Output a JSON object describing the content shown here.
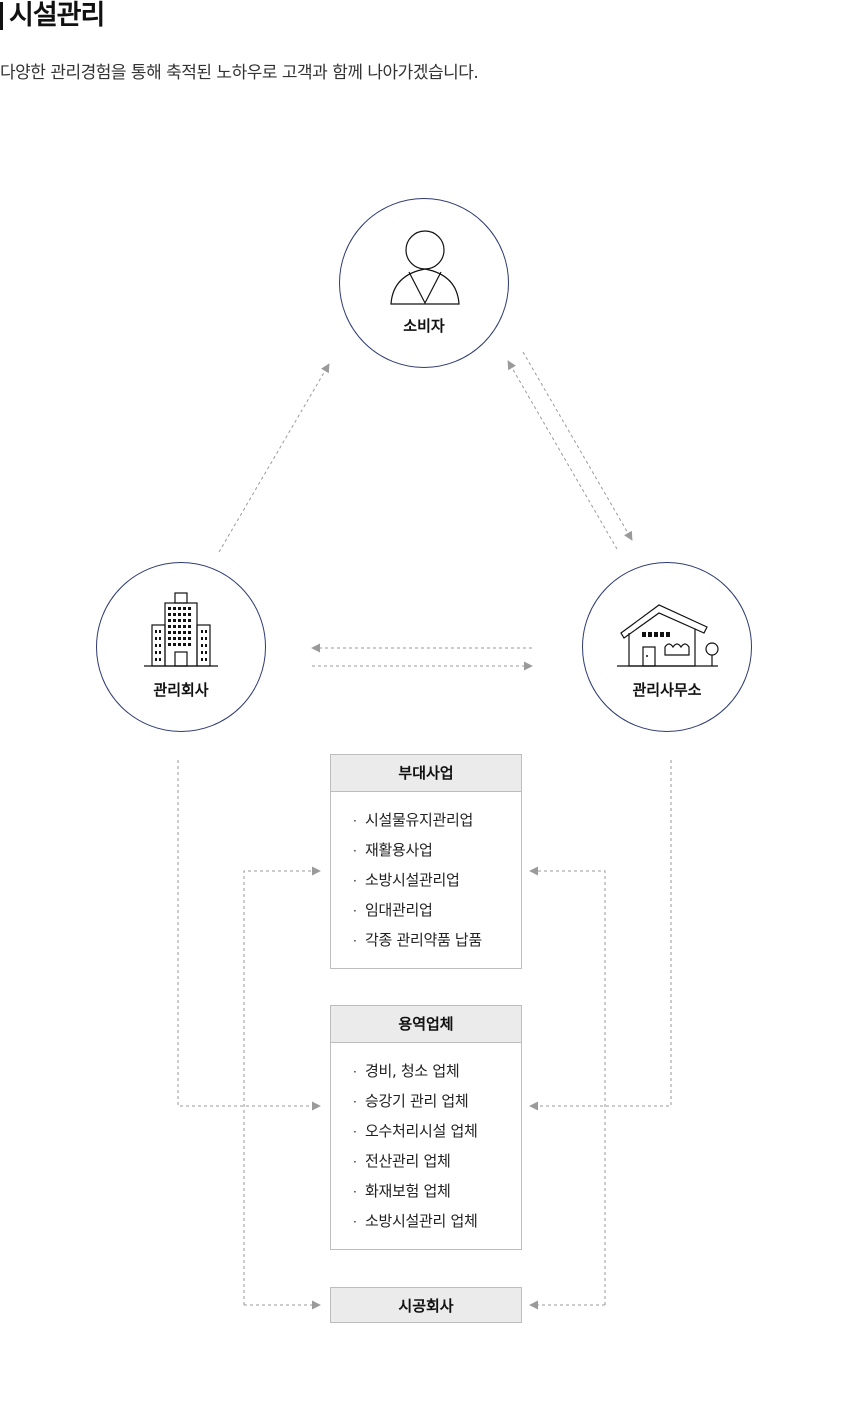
{
  "header": {
    "title": "시설관리",
    "subtitle": "다양한 관리경험을 통해 축적된 노하우로 고객과 함께 나아가겠습니다."
  },
  "nodes": {
    "consumer": {
      "label": "소비자",
      "icon": "person-icon"
    },
    "management_company": {
      "label": "관리회사",
      "icon": "office-building-icon"
    },
    "management_office": {
      "label": "관리사무소",
      "icon": "house-icon"
    }
  },
  "boxes": {
    "ancillary_business": {
      "title": "부대사업",
      "items": [
        "시설물유지관리업",
        "재활용사업",
        "소방시설관리업",
        "임대관리업",
        "각종 관리약품 납품"
      ]
    },
    "service_companies": {
      "title": "용역업체",
      "items": [
        "경비, 청소 업체",
        "승강기 관리 업체",
        "오수처리시설 업체",
        "전산관리 업체",
        "화재보험 업체",
        "소방시설관리 업체"
      ]
    },
    "construction_company": {
      "title": "시공회사"
    }
  },
  "style": {
    "circle_border": "#2f3b73",
    "arrow": "#9a9a9a",
    "box_border": "#bdbdbd",
    "box_header_bg": "#ebebeb"
  }
}
